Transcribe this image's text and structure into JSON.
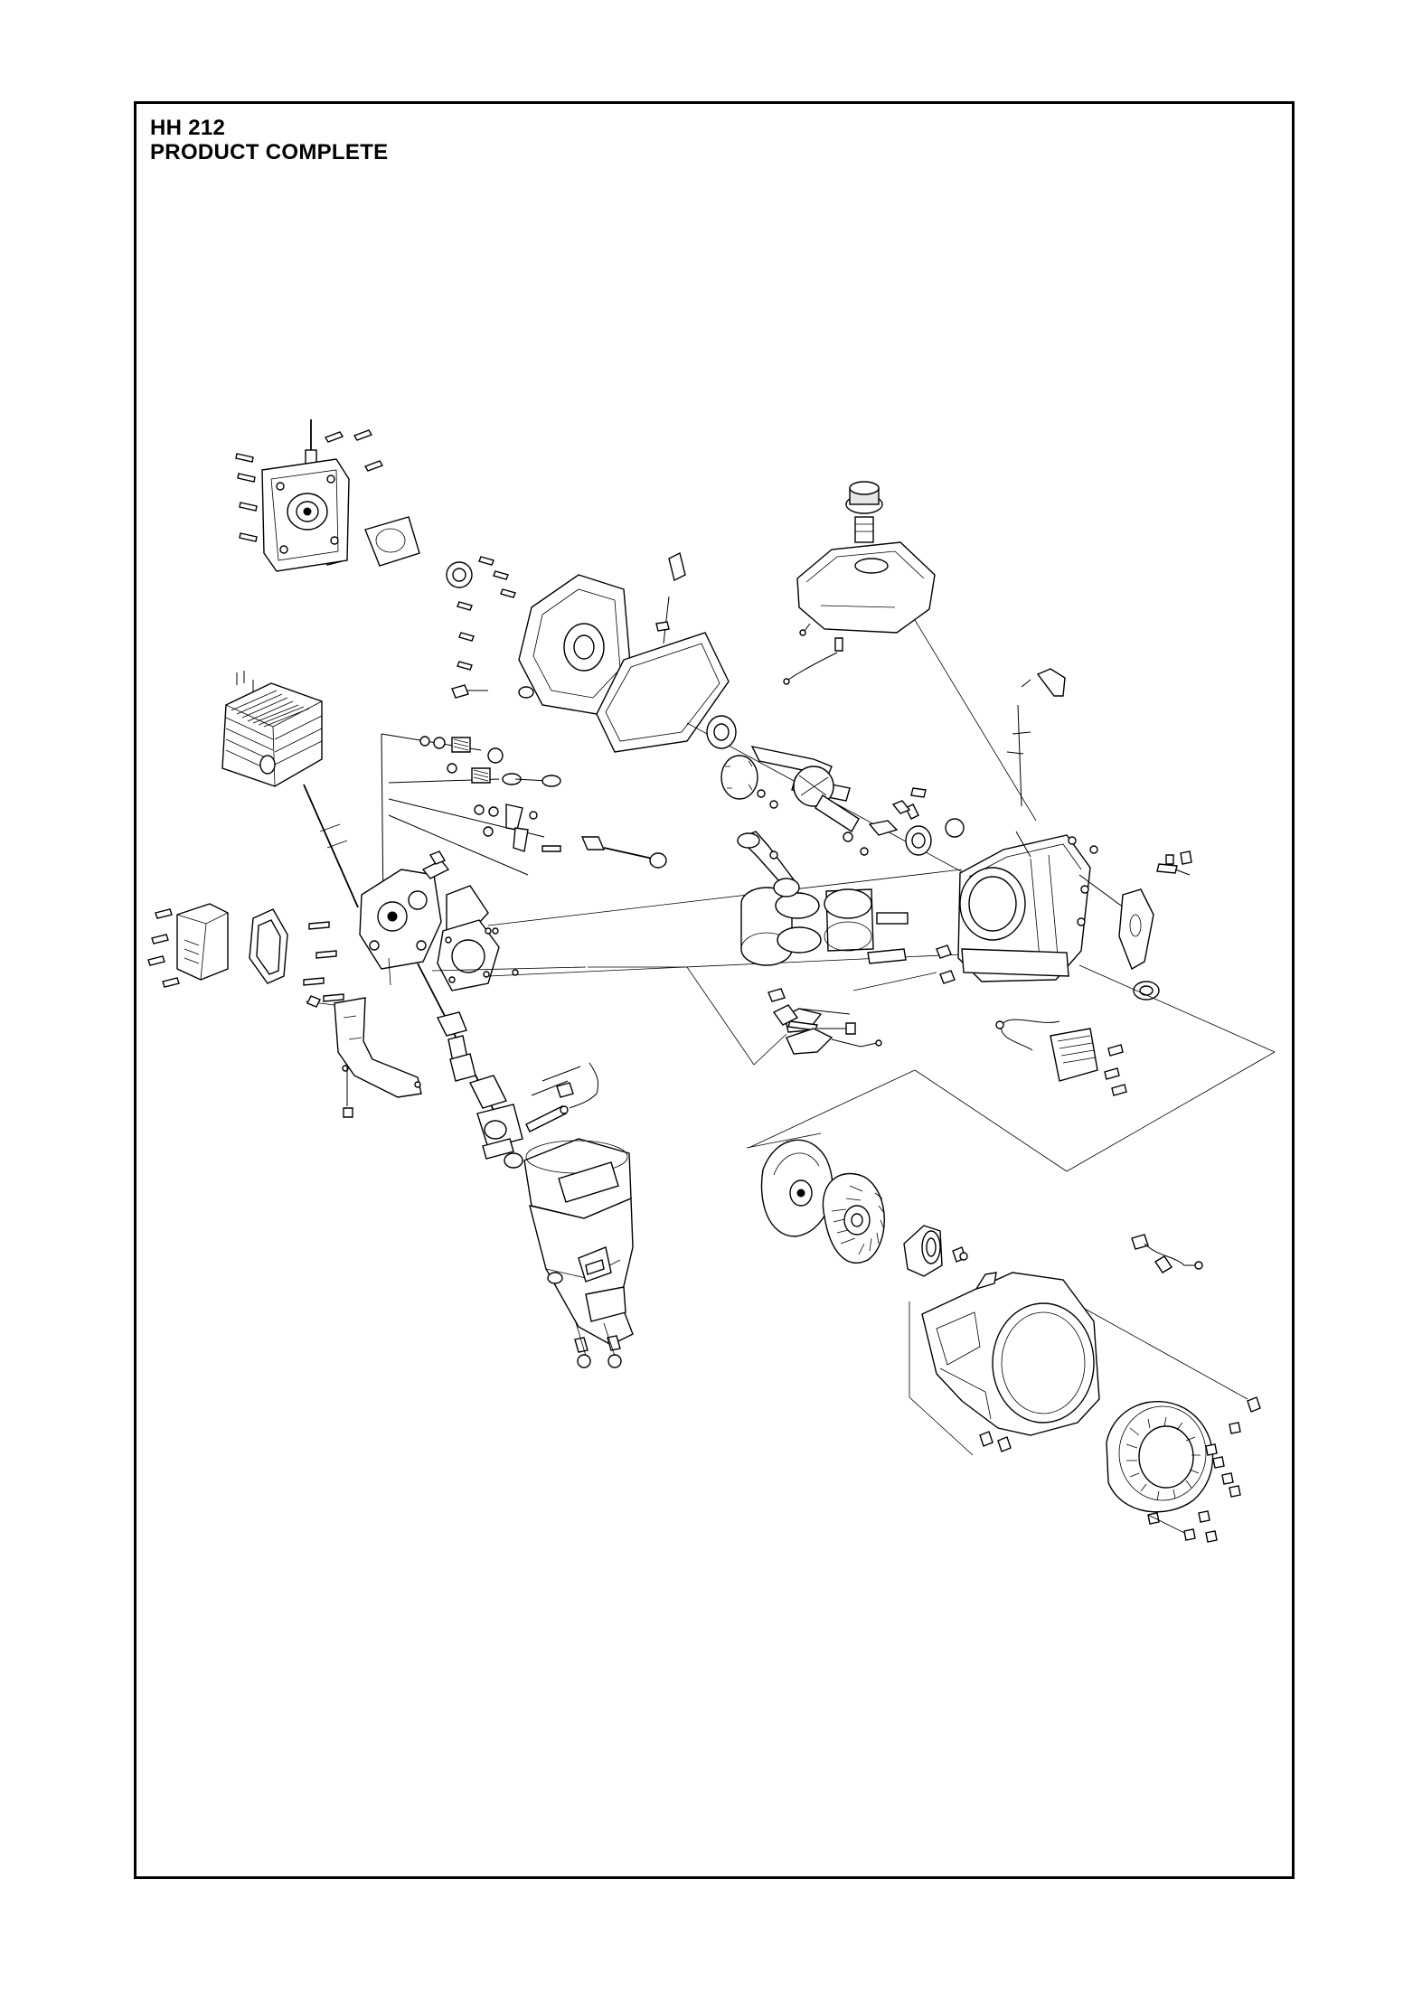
{
  "page": {
    "model": "HH 212",
    "title": "PRODUCT COMPLETE"
  },
  "diagram": {
    "type": "exploded-parts-view",
    "colors": {
      "line": "#000000",
      "background": "#ffffff"
    }
  }
}
